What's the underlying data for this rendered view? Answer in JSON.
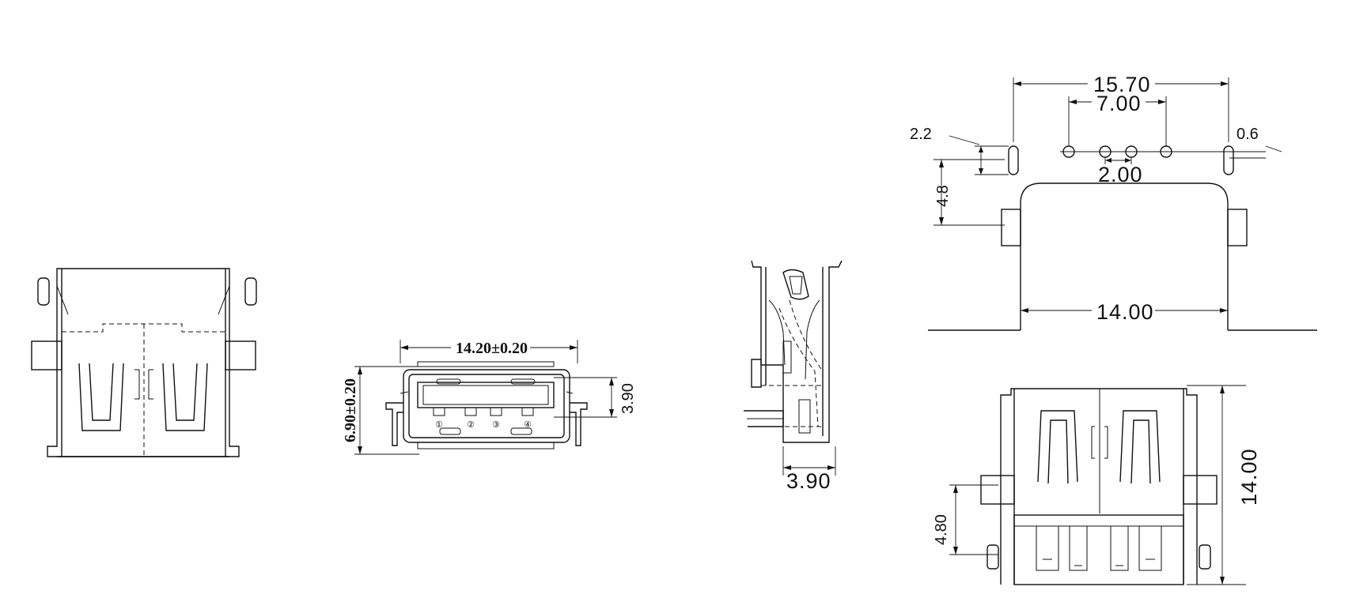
{
  "front_view": {
    "width_dim": "14.20±0.20",
    "height_dim": "6.90±0.20",
    "tongue_dim": "3.90",
    "pins": [
      "①",
      "②",
      "③",
      "④"
    ]
  },
  "side_view": {
    "depth_dim": "3.90"
  },
  "footprint_view": {
    "overall_pitch": "15.70",
    "pin_span": "7.00",
    "pin_pitch": "2.00",
    "slot_len": "2.2",
    "slot_width": "0.6",
    "slot_offset": "4.8",
    "cutout_width": "14.00"
  },
  "bottom_view": {
    "length_dim": "14.00",
    "offset_dim": "4.80"
  }
}
